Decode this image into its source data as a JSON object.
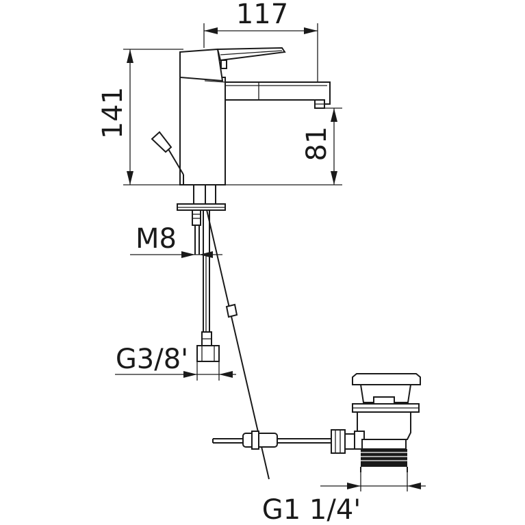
{
  "dimensions": {
    "width_117": "117",
    "height_141": "141",
    "spout_81": "81",
    "thread_m8": "M8",
    "hose_g38": "G3/8'",
    "waste_g114": "G1 1/4'"
  },
  "colors": {
    "line": "#1a1a1a",
    "background": "#ffffff"
  }
}
